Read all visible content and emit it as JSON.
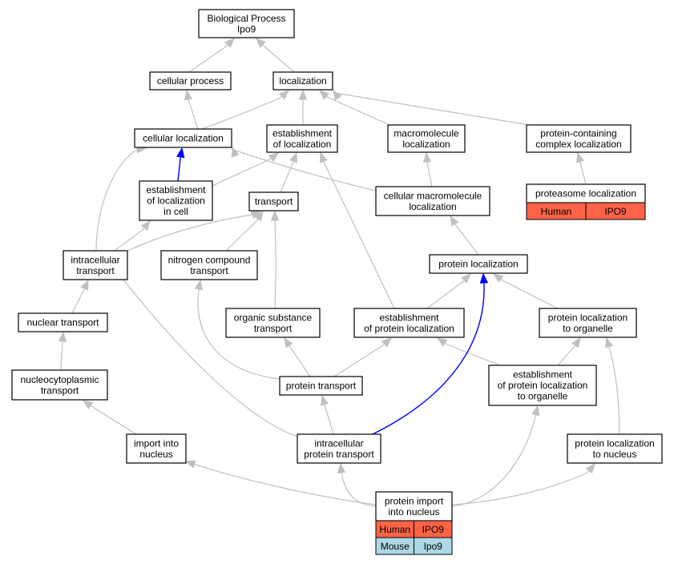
{
  "nodes": {
    "bp": [
      "Biological Process",
      "Ipo9"
    ],
    "cellular_process": [
      "cellular process"
    ],
    "localization": [
      "localization"
    ],
    "cellular_localization": [
      "cellular localization"
    ],
    "establishment_of_localization": [
      "establishment",
      "of localization"
    ],
    "macromolecule_localization": [
      "macromolecule",
      "localization"
    ],
    "protein_containing_complex_localization": [
      "protein-containing",
      "complex localization"
    ],
    "establishment_of_localization_in_cell": [
      "establishment",
      "of localization",
      "in cell"
    ],
    "transport": [
      "transport"
    ],
    "cellular_macromolecule_localization": [
      "cellular macromolecule",
      "localization"
    ],
    "proteasome_localization": [
      "proteasome localization"
    ],
    "intracellular_transport": [
      "intracellular",
      "transport"
    ],
    "nitrogen_compound_transport": [
      "nitrogen compound",
      "transport"
    ],
    "protein_localization": [
      "protein localization"
    ],
    "nuclear_transport": [
      "nuclear transport"
    ],
    "organic_substance_transport": [
      "organic substance",
      "transport"
    ],
    "establishment_of_protein_localization": [
      "establishment",
      "of protein localization"
    ],
    "protein_localization_to_organelle": [
      "protein localization",
      "to organelle"
    ],
    "nucleocytoplasmic_transport": [
      "nucleocytoplasmic",
      "transport"
    ],
    "protein_transport": [
      "protein transport"
    ],
    "establishment_of_protein_localization_to_organelle": [
      "establishment",
      "of protein localization",
      "to organelle"
    ],
    "import_into_nucleus": [
      "import into",
      "nucleus"
    ],
    "intracellular_protein_transport": [
      "intracellular",
      "protein transport"
    ],
    "protein_localization_to_nucleus": [
      "protein localization",
      "to nucleus"
    ],
    "protein_import_into_nucleus": [
      "protein import",
      "into nucleus"
    ]
  },
  "annotations": {
    "proteasome_localization": [
      {
        "species": "Human",
        "gene": "IPO9",
        "color": "#ff6347"
      }
    ],
    "protein_import_into_nucleus": [
      {
        "species": "Human",
        "gene": "IPO9",
        "color": "#ff6347"
      },
      {
        "species": "Mouse",
        "gene": "Ipo9",
        "color": "#add8e6"
      }
    ]
  },
  "edge_colors": {
    "default": "#c0c0c0",
    "highlight": "#0000ff"
  }
}
